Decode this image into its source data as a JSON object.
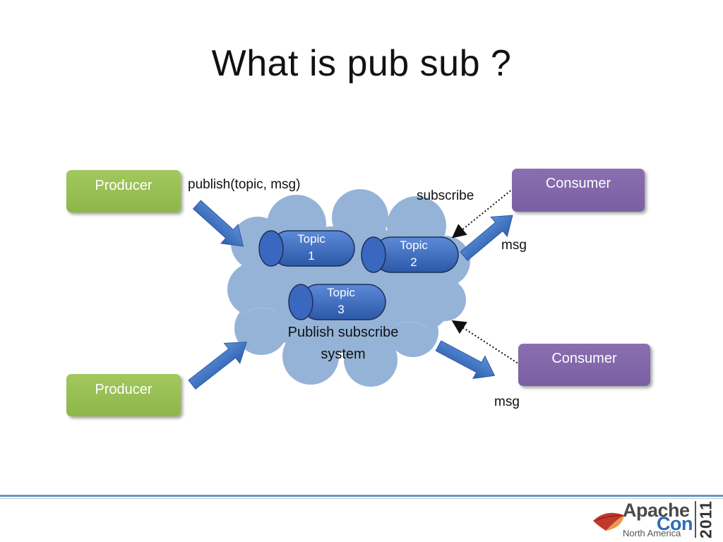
{
  "slide": {
    "title": "What is pub sub ?"
  },
  "producers": [
    {
      "label": "Producer"
    },
    {
      "label": "Producer"
    }
  ],
  "consumers": [
    {
      "label": "Consumer"
    },
    {
      "label": "Consumer"
    }
  ],
  "topics": [
    {
      "line1": "Topic",
      "line2": "1"
    },
    {
      "line1": "Topic",
      "line2": "2"
    },
    {
      "line1": "Topic",
      "line2": "3"
    }
  ],
  "system": {
    "line1": "Publish subscribe",
    "line2": "system"
  },
  "labels": {
    "publish": "publish(topic, msg)",
    "subscribe": "subscribe",
    "msg_top": "msg",
    "msg_bottom": "msg"
  },
  "logo": {
    "apache": "Apache",
    "con": "Con",
    "region": "North America",
    "year": "2011"
  },
  "colors": {
    "producer": "#92bb50",
    "consumer": "#7f63a8",
    "topic": "#3f6fc4",
    "cloud": "#95b3d7",
    "arrow": "#3e73c4",
    "footer_line": "#6c93b8"
  }
}
